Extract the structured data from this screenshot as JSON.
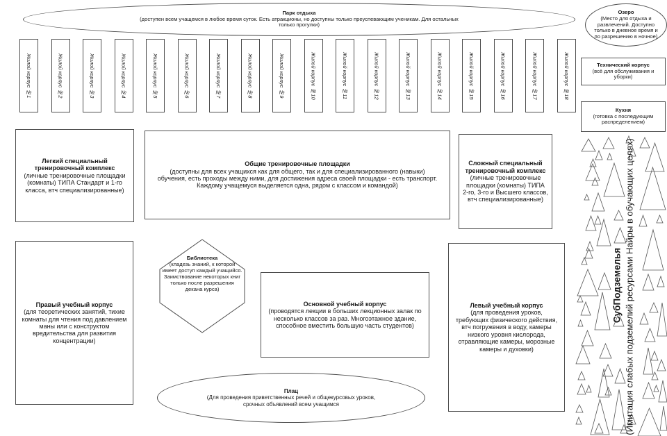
{
  "canvas": {
    "bg": "#ffffff",
    "border_color": "#4d4d4d",
    "text_color": "#1a1a1a"
  },
  "park": {
    "title": "Парк отдыха",
    "desc": "(доступен всем учащемся в любое время суток. Есть атракционы, но доступны только преуспевающим ученикам. Для остальных только прогулки)"
  },
  "lake": {
    "title": "Озеро",
    "desc": "(Место для отдыха и развлечений. Доступно только в дневное время и по разрешению в ночное)"
  },
  "residential": {
    "labels": [
      "Жилой корпус №1",
      "Жилой корпус №2",
      "Жилой корпус №3",
      "Жилой корпус №4",
      "Жилой корпус №5",
      "Жилой корпус №6",
      "Жилой корпус №7",
      "Жилой корпус №8",
      "Жилой корпус №9",
      "Жилой корпус №10",
      "Жилой корпус №11",
      "Жилой корпус №12",
      "Жилой корпус №13",
      "Жилой корпус №14",
      "Жилой корпус №15",
      "Жилой корпус №16",
      "Жилой корпус №17",
      "Жилой корпус №18"
    ]
  },
  "tech": {
    "title": "Технический корпус",
    "desc": "(всё для обслуживания и уборки)"
  },
  "kitchen": {
    "title": "Кухня",
    "desc": "(готовка с последующим распределением)"
  },
  "light_complex": {
    "title": "Легкий специальный тренировочный комплекс",
    "desc": "(личные тренировочные площадки (комнаты) ТИПА Стандарт и 1-го класса, втч специализированные)"
  },
  "common_grounds": {
    "title": "Общие тренировочные площадки",
    "desc": "(доступны для всех учащихся как для общего, так и для специализированного (навыки) обучения, есть проходы между ними, для достижения адреса своей площадки - есть транспорт. Каждому учащемуся выделяется одна, рядом с классом и командой)"
  },
  "hard_complex": {
    "title": "Сложный специальный тренировочный комплекс",
    "desc": "(личные тренировочные площадки (комнаты) ТИПА 2-го, 3-го и Высшего классов, втч специализированные)"
  },
  "right_edu": {
    "title": "Правый учебный корпус",
    "desc": "(для теоретических занятий, тихие комнаты для чтения под давлением маны или с конструктом вредительства для развития концентрации)"
  },
  "library": {
    "title": "Библиотека",
    "desc": "(кладезь знаний, к которой имеет доступ каждый учащийся. Заимствование некоторых книг только после разрешения декана курса)"
  },
  "main_edu": {
    "title": "Основной учебный корпус",
    "desc": "(проводятся лекции в больших лекционных залак по несколько классов за раз. Многоэтажное здание, способное вместить большую часть студентов)"
  },
  "left_edu": {
    "title": "Левый учебный корпус",
    "desc": "(для проведения уроков, требующих физического действия, втч погружения в воду, камеры низкого уровня кислорода, отравляющие камеры, морозные камеры и духовки)"
  },
  "plats": {
    "title": "Плац",
    "desc": "(Для проведения приветственных речей и общекурсовых уроков, срочных объявлений всем учащимся"
  },
  "subdungeon": {
    "title": "СубПодземелья",
    "desc": "(Имитация слабых подземелий ресурсами Найры в обучающих целях)"
  },
  "forest": {
    "stroke": "#555555",
    "trees": [
      [
        19,
        10,
        20,
        18
      ],
      [
        50,
        8,
        16,
        16
      ],
      [
        39,
        27,
        10,
        13
      ],
      [
        56,
        31,
        7,
        9
      ],
      [
        31,
        39,
        9,
        11
      ],
      [
        25,
        46,
        20,
        24
      ],
      [
        34,
        66,
        9,
        11
      ],
      [
        23,
        90,
        7,
        8
      ],
      [
        34,
        88,
        18,
        26
      ],
      [
        51,
        45,
        30,
        48
      ],
      [
        66,
        113,
        13,
        14
      ],
      [
        25,
        121,
        15,
        21
      ],
      [
        38,
        121,
        9,
        12
      ],
      [
        41,
        126,
        20,
        38
      ],
      [
        66,
        138,
        17,
        22
      ],
      [
        26,
        158,
        10,
        13
      ],
      [
        24,
        168,
        11,
        14
      ],
      [
        19,
        181,
        8,
        10
      ],
      [
        13,
        198,
        30,
        38
      ],
      [
        43,
        203,
        18,
        24
      ],
      [
        13,
        236,
        8,
        9
      ],
      [
        18,
        245,
        14,
        19
      ],
      [
        14,
        271,
        7,
        9
      ],
      [
        38,
        231,
        22,
        54
      ],
      [
        65,
        261,
        15,
        19
      ],
      [
        19,
        286,
        17,
        22
      ],
      [
        11,
        308,
        20,
        26
      ],
      [
        45,
        305,
        17,
        21
      ],
      [
        50,
        335,
        14,
        17
      ],
      [
        14,
        345,
        10,
        12
      ],
      [
        43,
        341,
        16,
        41
      ],
      [
        13,
        363,
        12,
        15
      ],
      [
        26,
        365,
        7,
        10
      ],
      [
        53,
        368,
        9,
        11
      ],
      [
        67,
        341,
        15,
        21
      ],
      [
        11,
        393,
        10,
        11
      ],
      [
        32,
        385,
        27,
        51
      ],
      [
        63,
        371,
        20,
        58
      ],
      [
        11,
        411,
        8,
        10
      ],
      [
        38,
        420,
        12,
        14
      ],
      [
        103,
        8,
        14,
        15
      ],
      [
        111,
        16,
        27,
        41
      ],
      [
        88,
        23,
        9,
        12
      ],
      [
        83,
        6,
        8,
        10
      ],
      [
        103,
        51,
        37,
        61
      ],
      [
        102,
        120,
        11,
        16
      ],
      [
        127,
        120,
        9,
        11
      ],
      [
        107,
        141,
        30,
        58
      ],
      [
        107,
        205,
        16,
        23
      ],
      [
        128,
        208,
        10,
        15
      ],
      [
        117,
        246,
        12,
        14
      ],
      [
        128,
        246,
        14,
        48
      ],
      [
        103,
        261,
        12,
        16
      ],
      [
        110,
        283,
        15,
        19
      ],
      [
        108,
        311,
        14,
        38
      ],
      [
        119,
        316,
        10,
        13
      ],
      [
        128,
        328,
        12,
        16
      ],
      [
        120,
        346,
        9,
        11
      ],
      [
        107,
        361,
        17,
        23
      ],
      [
        123,
        365,
        7,
        9
      ],
      [
        130,
        358,
        12,
        31
      ],
      [
        100,
        398,
        33,
        40
      ],
      [
        132,
        395,
        10,
        35
      ],
      [
        85,
        406,
        12,
        15
      ],
      [
        75,
        422,
        10,
        12
      ]
    ]
  }
}
